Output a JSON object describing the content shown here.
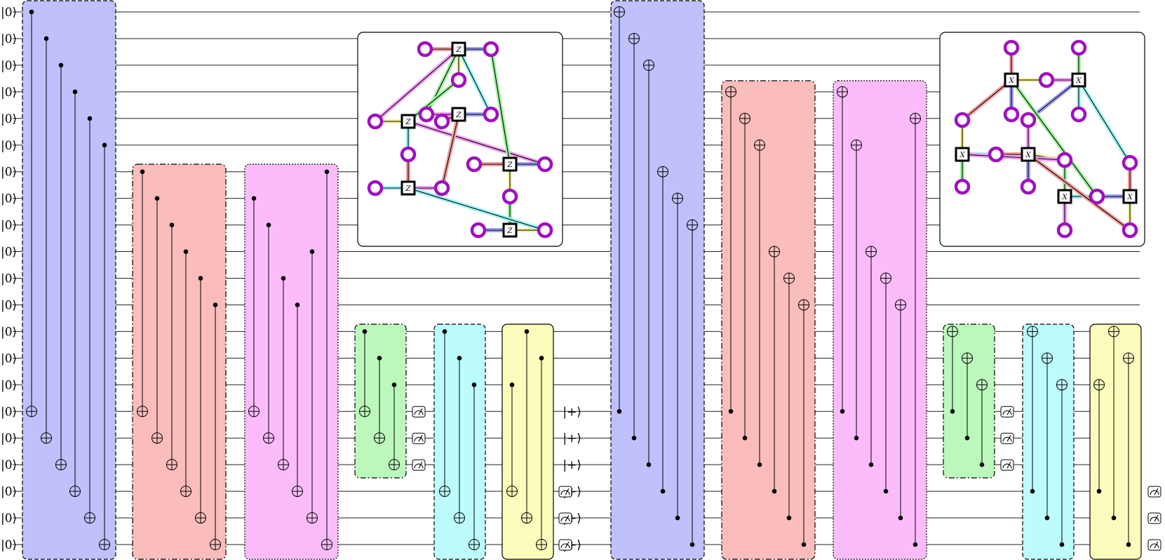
{
  "labels": {
    "ket_zero": "|0⟩",
    "ket_plus": "|+⟩",
    "z_check": "Z",
    "x_check": "X"
  },
  "circuit": {
    "num_qubits": 21,
    "data_qubits": 12,
    "ancilla_qubits": 9,
    "blocks": [
      {
        "color": "#c0c0fc",
        "border": "dashed",
        "type": "cnot",
        "ctrl_wires": [
          0,
          1,
          2,
          3,
          4,
          5
        ],
        "tgt_wires": [
          15,
          16,
          17,
          18,
          19,
          20
        ]
      },
      {
        "color": "#fbbcbc",
        "border": "dashdot",
        "type": "cnot",
        "ctrl_wires": [
          6,
          7,
          8,
          9,
          10,
          11
        ],
        "tgt_wires": [
          15,
          16,
          17,
          18,
          19,
          20
        ]
      },
      {
        "color": "#fcbcfc",
        "border": "dotted",
        "type": "cnot",
        "ctrl_wires": [
          7,
          8,
          10,
          11,
          9,
          6
        ],
        "tgt_wires": [
          15,
          16,
          17,
          18,
          19,
          20
        ]
      },
      {
        "color": "#bcf8bc",
        "border": "dashdot",
        "type": "cnot",
        "ctrl_wires": [
          12,
          13,
          14
        ],
        "tgt_wires": [
          15,
          16,
          17
        ]
      },
      {
        "color": "#bcfcfc",
        "border": "dashed",
        "type": "cnot",
        "ctrl_wires": [
          12,
          13,
          14
        ],
        "tgt_wires": [
          18,
          19,
          20
        ]
      },
      {
        "color": "#fcfcbc",
        "border": "solid",
        "type": "cnot",
        "ctrl_wires": [
          14,
          12,
          13
        ],
        "tgt_wires": [
          18,
          19,
          20
        ]
      },
      {
        "color": "#c0c0fc",
        "border": "dashed",
        "type": "cnot",
        "ctrl_wires": [
          15,
          16,
          17,
          18,
          19,
          20
        ],
        "tgt_wires": [
          0,
          1,
          2,
          6,
          7,
          8
        ]
      },
      {
        "color": "#fbbcbc",
        "border": "dashdot",
        "type": "cnot",
        "ctrl_wires": [
          15,
          16,
          17,
          18,
          19,
          20
        ],
        "tgt_wires": [
          3,
          4,
          5,
          9,
          10,
          11
        ]
      },
      {
        "color": "#fcbcfc",
        "border": "dotted",
        "type": "cnot",
        "ctrl_wires": [
          15,
          16,
          17,
          18,
          19,
          20
        ],
        "tgt_wires": [
          3,
          5,
          9,
          10,
          11,
          4
        ]
      },
      {
        "color": "#bcf8bc",
        "border": "dashdot",
        "type": "cnot",
        "ctrl_wires": [
          15,
          16,
          17
        ],
        "tgt_wires": [
          12,
          13,
          14
        ]
      },
      {
        "color": "#bcfcfc",
        "border": "dashed",
        "type": "cnot",
        "ctrl_wires": [
          18,
          19,
          20
        ],
        "tgt_wires": [
          12,
          13,
          14
        ]
      },
      {
        "color": "#fcfcbc",
        "border": "solid",
        "type": "cnot",
        "ctrl_wires": [
          18,
          19,
          20
        ],
        "tgt_wires": [
          14,
          12,
          13
        ]
      }
    ],
    "measure_after_block": [
      3,
      5,
      9,
      11
    ],
    "plus_state_round": 2
  }
}
